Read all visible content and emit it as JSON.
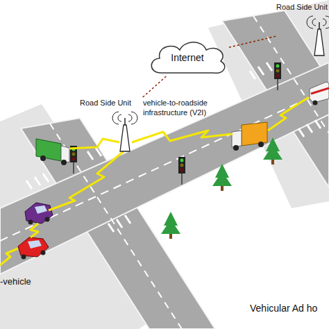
{
  "diagram": {
    "nodes": [
      {
        "text": [
          "Road Side Unit"
        ]
      },
      {
        "text": [
          "Internet"
        ]
      },
      {
        "text": [
          "Road Side Unit"
        ]
      }
    ],
    "edges": [
      {
        "from": 1,
        "to": 2,
        "arrow": "none"
      },
      {
        "from": 1,
        "to": 0,
        "arrow": "none"
      }
    ],
    "labels": [
      "vehicle-to-roadside infrastructure (V2I)",
      "-vehicle",
      "Vehicular Ad ho"
    ]
  }
}
